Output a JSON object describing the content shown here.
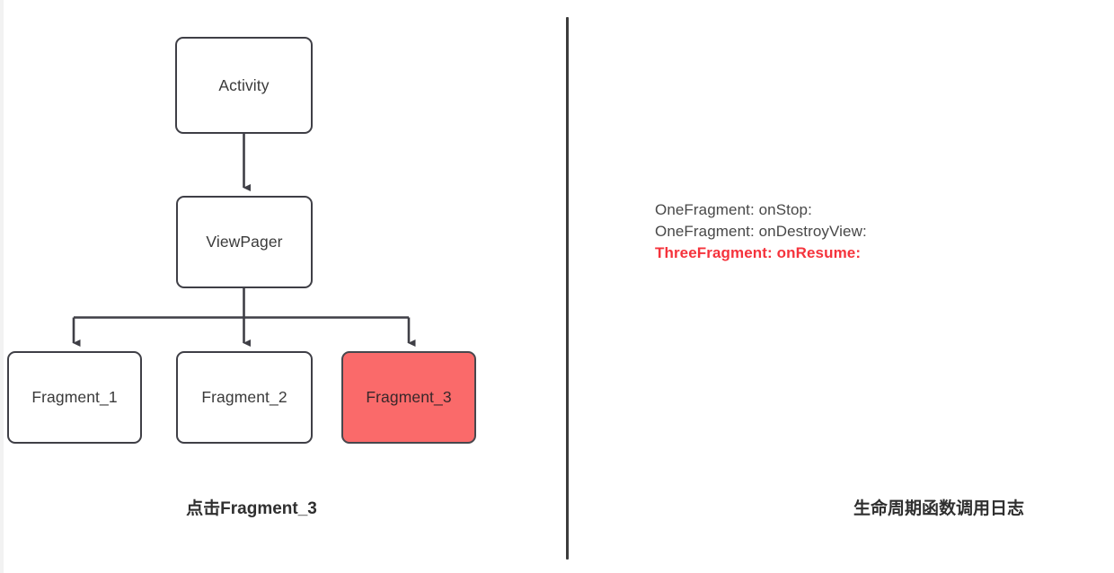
{
  "colors": {
    "node_border": "#3f3f46",
    "node_text": "#3a3a3a",
    "highlight_fill": "#fa6a6a",
    "divider": "#3c3c3c",
    "log_text": "#484848",
    "log_emphasis": "#f5333c",
    "background": "#ffffff"
  },
  "diagram": {
    "nodes": [
      {
        "id": "activity",
        "label": "Activity",
        "highlighted": false
      },
      {
        "id": "viewpager",
        "label": "ViewPager",
        "highlighted": false
      },
      {
        "id": "fragment_1",
        "label": "Fragment_1",
        "highlighted": false
      },
      {
        "id": "fragment_2",
        "label": "Fragment_2",
        "highlighted": false
      },
      {
        "id": "fragment_3",
        "label": "Fragment_3",
        "highlighted": true
      }
    ],
    "edges": [
      {
        "from": "activity",
        "to": "viewpager"
      },
      {
        "from": "viewpager",
        "to": "fragment_1"
      },
      {
        "from": "viewpager",
        "to": "fragment_2"
      },
      {
        "from": "viewpager",
        "to": "fragment_3"
      }
    ],
    "caption": "点击Fragment_3"
  },
  "log": {
    "caption": "生命周期函数调用日志",
    "lines": [
      {
        "text": "OneFragment: onStop:",
        "emphasis": false
      },
      {
        "text": "OneFragment: onDestroyView:",
        "emphasis": false
      },
      {
        "text": "ThreeFragment: onResume:",
        "emphasis": true
      }
    ]
  }
}
